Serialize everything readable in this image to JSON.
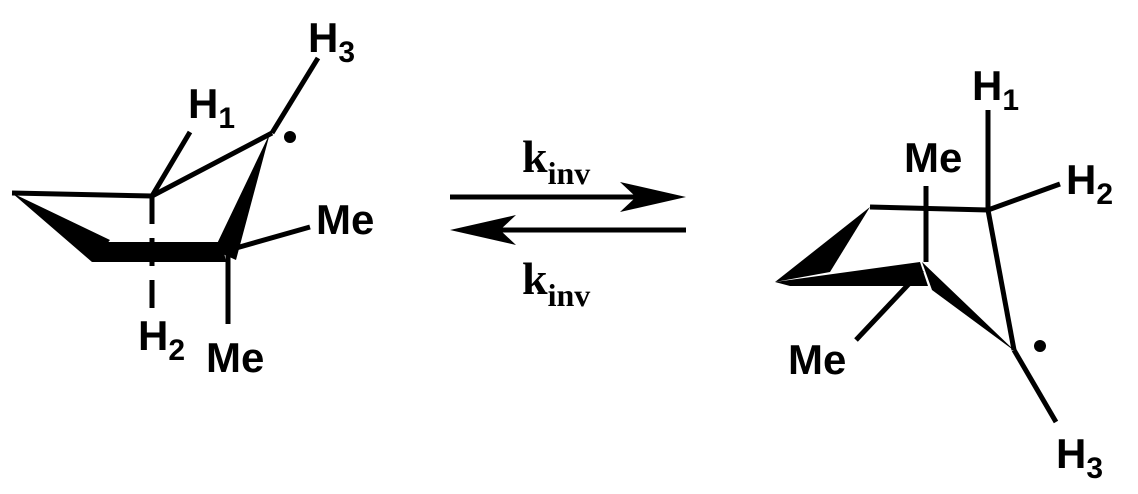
{
  "left_molecule": {
    "h3": {
      "symbol": "H",
      "subscript": "3"
    },
    "h1": {
      "symbol": "H",
      "subscript": "1"
    },
    "h2": {
      "symbol": "H",
      "subscript": "2"
    },
    "me_equatorial": "Me",
    "me_axial": "Me"
  },
  "equilibrium": {
    "forward": {
      "symbol": "k",
      "subscript": "inv"
    },
    "reverse": {
      "symbol": "k",
      "subscript": "inv"
    }
  },
  "right_molecule": {
    "h1": {
      "symbol": "H",
      "subscript": "1"
    },
    "h2": {
      "symbol": "H",
      "subscript": "2"
    },
    "h3": {
      "symbol": "H",
      "subscript": "3"
    },
    "me_axial": "Me",
    "me_equatorial": "Me"
  },
  "colors": {
    "ink": "#000000",
    "background": "#ffffff"
  }
}
